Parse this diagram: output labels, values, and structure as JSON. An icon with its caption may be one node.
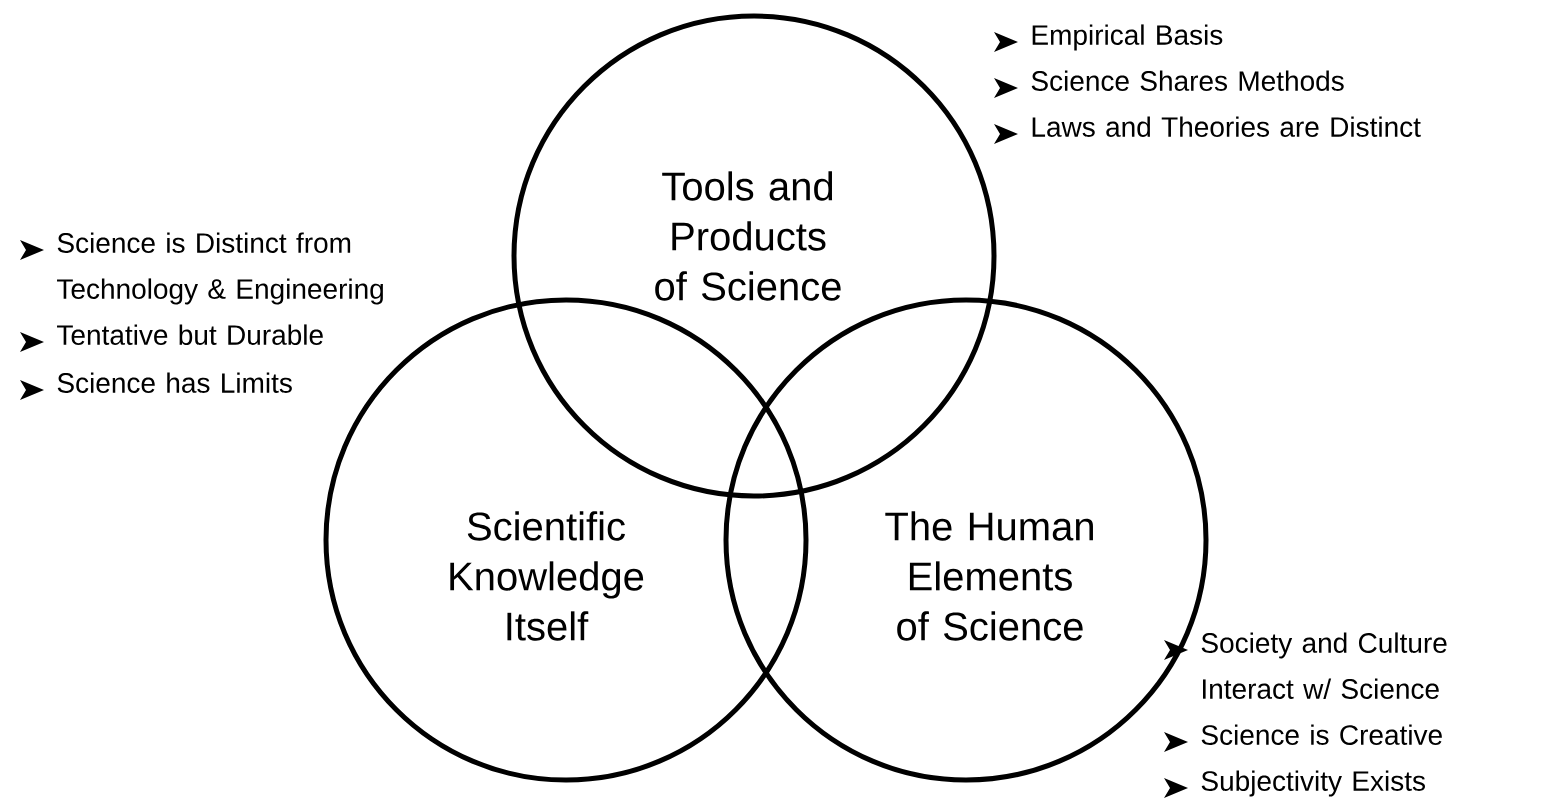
{
  "diagram": {
    "nodes": [
      {
        "text": [
          "Tools and Products of Science"
        ]
      },
      {
        "text": [
          "Scientific Knowledge Itself"
        ]
      },
      {
        "text": [
          "The Human Elements of Science"
        ]
      }
    ],
    "labels": [
      "Empirical Basis",
      "Science Shares Methods",
      "Laws and Theories are Distinct",
      "Science is Distinct from Technology & Engineering",
      "Tentative but Durable",
      "Science has Limits",
      "Society and Culture Interact w/ Science",
      "Science is Creative",
      "Subjectivity Exists"
    ]
  }
}
